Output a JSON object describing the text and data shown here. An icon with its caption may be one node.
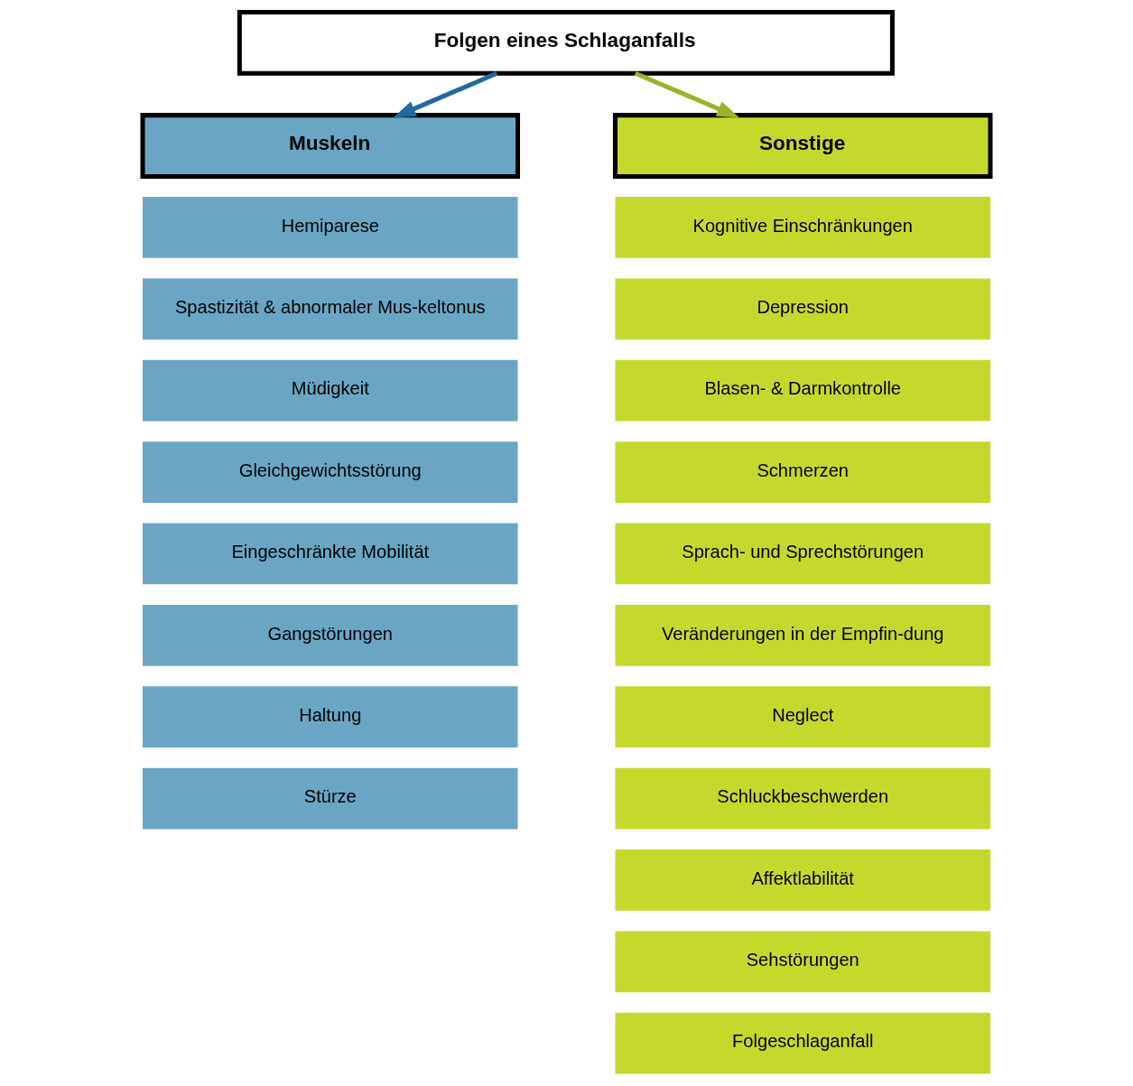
{
  "diagram": {
    "nodes": [
      {
        "text": [
          "Folgen eines Schlaganfalls"
        ]
      },
      {
        "text": [
          "Muskeln"
        ]
      },
      {
        "text": [
          "Sonstige"
        ]
      },
      {
        "text": [
          "Hemiparese"
        ]
      },
      {
        "text": [
          "Spastizität & abnormaler Mus-keltonus"
        ]
      },
      {
        "text": [
          "Müdigkeit"
        ]
      },
      {
        "text": [
          "Gleichgewichtsstörung"
        ]
      },
      {
        "text": [
          "Eingeschränkte Mobilität"
        ]
      },
      {
        "text": [
          "Gangstörungen"
        ]
      },
      {
        "text": [
          "Haltung"
        ]
      },
      {
        "text": [
          "Stürze"
        ]
      },
      {
        "text": [
          "Kognitive Einschränkungen"
        ]
      },
      {
        "text": [
          "Depression"
        ]
      },
      {
        "text": [
          "Blasen- & Darmkontrolle"
        ]
      },
      {
        "text": [
          "Schmerzen"
        ]
      },
      {
        "text": [
          "Sprach- und Sprechstörungen"
        ]
      },
      {
        "text": [
          "Veränderungen in der Empfin-dung"
        ]
      },
      {
        "text": [
          "Neglect"
        ]
      },
      {
        "text": [
          "Schluckbeschwerden"
        ]
      },
      {
        "text": [
          "Affektlabilität"
        ]
      },
      {
        "text": [
          "Sehstörungen"
        ]
      },
      {
        "text": [
          "Folgeschlaganfall"
        ]
      }
    ],
    "edges": [
      {
        "from": 0,
        "to": 1,
        "arrow": "to",
        "color": "#1f6a9e"
      },
      {
        "from": 0,
        "to": 2,
        "arrow": "to",
        "color": "#9ab42a"
      }
    ]
  }
}
